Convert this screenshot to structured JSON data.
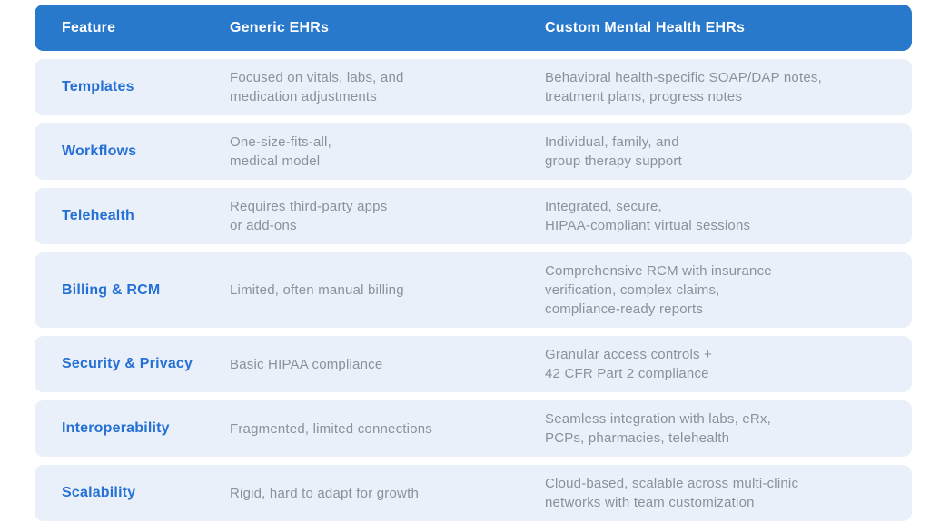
{
  "colors": {
    "header_bg": "#2878cc",
    "header_text": "#ffffff",
    "row_bg": "#e9f0fa",
    "feature_text": "#2470d4",
    "body_text": "#8b919b"
  },
  "table": {
    "columns": {
      "feature": "Feature",
      "generic": "Generic EHRs",
      "custom": "Custom Mental Health EHRs"
    },
    "rows": [
      {
        "feature": "Templates",
        "generic": "Focused on vitals, labs, and\nmedication adjustments",
        "custom": "Behavioral health-specific SOAP/DAP notes,\ntreatment plans, progress notes"
      },
      {
        "feature": "Workflows",
        "generic": "One-size-fits-all,\nmedical model",
        "custom": "Individual, family, and\ngroup therapy support"
      },
      {
        "feature": "Telehealth",
        "generic": "Requires third-party apps\nor add-ons",
        "custom": "Integrated, secure,\nHIPAA-compliant virtual sessions"
      },
      {
        "feature": "Billing & RCM",
        "generic": "Limited, often manual billing",
        "custom": "Comprehensive RCM with insurance\nverification, complex claims,\ncompliance-ready reports"
      },
      {
        "feature": "Security & Privacy",
        "generic": "Basic HIPAA compliance",
        "custom": "Granular access controls +\n42 CFR Part 2 compliance"
      },
      {
        "feature": "Interoperability",
        "generic": "Fragmented, limited connections",
        "custom": "Seamless integration with labs, eRx,\nPCPs, pharmacies, telehealth"
      },
      {
        "feature": "Scalability",
        "generic": "Rigid, hard to adapt for growth",
        "custom": "Cloud-based, scalable across multi-clinic\nnetworks with team customization"
      }
    ]
  }
}
